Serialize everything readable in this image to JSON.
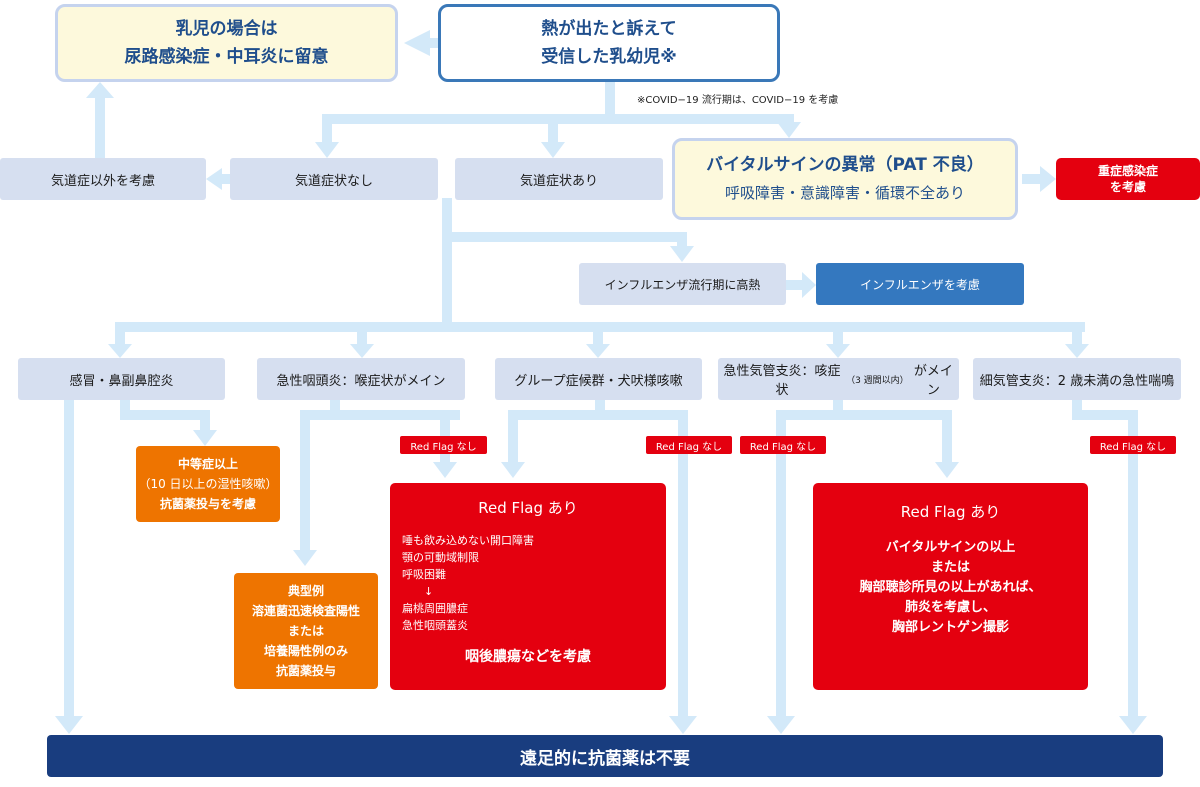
{
  "top": {
    "infant_line1": "乳児の場合は",
    "infant_line2": "尿路感染症・中耳炎に留意",
    "start_line1": "熱が出たと訴えて",
    "start_line2": "受信した乳幼児※",
    "covid_note": "※COVID−19 流行期は、COVID−19 を考慮"
  },
  "row2": {
    "non_airway": "気道症以外を考慮",
    "no_airway": "気道症状なし",
    "airway": "気道症状あり",
    "vital_line1": "バイタルサインの異常（PAT 不良）",
    "vital_line2": "呼吸障害・意識障害・循環不全あり",
    "severe_line1": "重症感染症",
    "severe_line2": "を考慮"
  },
  "flu": {
    "high_fever": "インフルエンザ流行期に高熱",
    "consider": "インフルエンザを考慮"
  },
  "row4": {
    "cold": "感冒・鼻副鼻腔炎",
    "pharyngitis": "急性咽頭炎：喉症状がメイン",
    "croup": "グループ症候群・犬吠様咳嗽",
    "bronchitis_a": "急性気管支炎：咳症状",
    "bronchitis_small": "（3 週間以内）",
    "bronchitis_b": "がメイン",
    "bronchiolitis": "細気管支炎：2 歳未満の急性喘鳴"
  },
  "tags": {
    "t1": "Red Flag なし",
    "t2": "Red Flag なし",
    "t3": "Red Flag なし",
    "t4": "Red Flag なし"
  },
  "moderate": {
    "line1": "中等症以上",
    "line2": "（10 日以上の湿性咳嗽）",
    "line3": "抗菌薬投与を考慮"
  },
  "typical": {
    "line1": "典型例",
    "line2": "溶連菌迅速検査陽性",
    "line3": "または",
    "line4": "培養陽性例のみ",
    "line5": "抗菌薬投与"
  },
  "redflag1": {
    "title": "Red Flag あり",
    "items": [
      "唾も飲み込めない開口障害",
      "顎の可動域制限",
      "呼吸困難",
      "↓",
      "扁桃周囲膿症",
      "急性咽頭蓋炎"
    ],
    "conclusion": "咽後膿瘍などを考慮"
  },
  "redflag2": {
    "title": "Red Flag あり",
    "lines": [
      "バイタルサインの以上",
      "または",
      "胸部聴診所見の以上があれば、",
      "肺炎を考慮し、",
      "胸部レントゲン撮影"
    ]
  },
  "bottom": {
    "label": "遠足的に抗菌薬は不要"
  },
  "colors": {
    "arrow": "#d3e9f9",
    "gray_box": "#d6dff0",
    "cream": "#fdf9dc",
    "red": "#e4000f",
    "orange": "#ee7400",
    "navy": "#193d7f",
    "blue": "#3478bf",
    "text_blue": "#1f4e8c"
  }
}
